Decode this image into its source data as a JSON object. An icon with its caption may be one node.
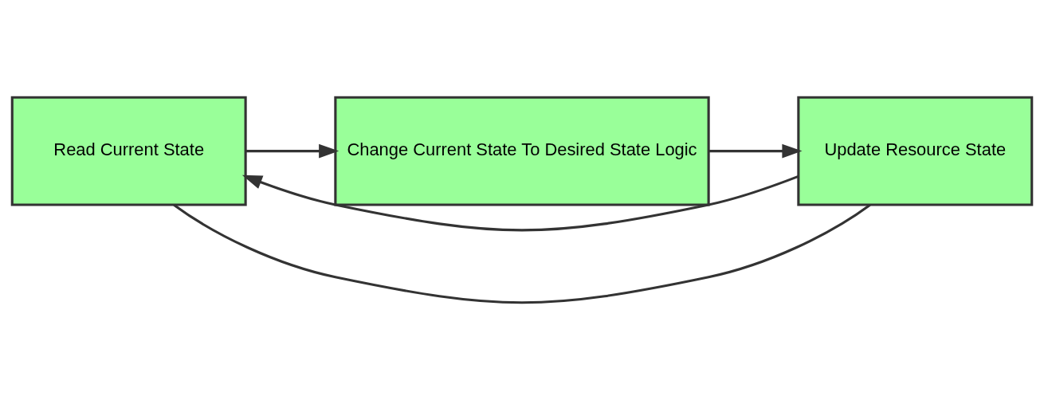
{
  "diagram": {
    "nodes": [
      {
        "text": [
          "Read Current State"
        ]
      },
      {
        "text": [
          "Change Current State To Desired State Logic"
        ]
      },
      {
        "text": [
          "Update Resource State"
        ]
      }
    ],
    "edges": [
      {
        "from": 0,
        "to": 1,
        "arrow": "to"
      },
      {
        "from": 1,
        "to": 2,
        "arrow": "to"
      },
      {
        "from": 2,
        "to": 0,
        "arrow": "to"
      },
      {
        "from": 0,
        "to": 2,
        "arrow": "none"
      }
    ]
  }
}
